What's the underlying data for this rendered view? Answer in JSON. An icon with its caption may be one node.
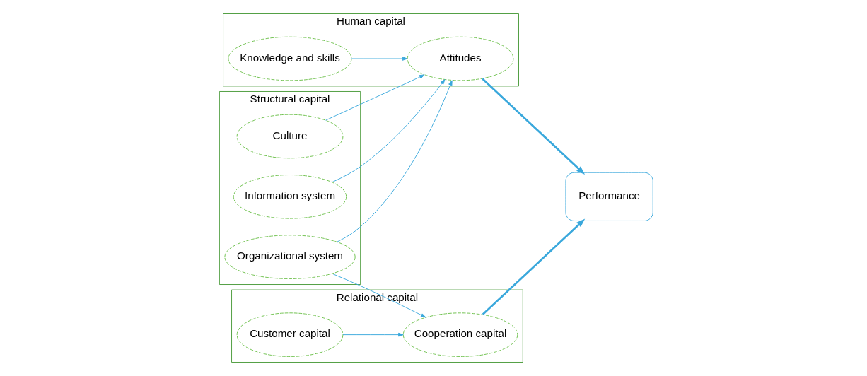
{
  "diagram": {
    "nodes": [
      {
        "text": [
          "Human capital"
        ]
      },
      {
        "text": [
          "Knowledge and skills"
        ],
        "in": 0
      },
      {
        "text": [
          "Attitudes"
        ],
        "in": 0
      },
      {
        "text": [
          "Structural capital"
        ]
      },
      {
        "text": [
          "Organizational system"
        ],
        "in": 3
      },
      {
        "text": [
          "Information system"
        ],
        "in": 3
      },
      {
        "text": [
          "Culture"
        ],
        "in": 3
      },
      {
        "text": [
          "Relational capital"
        ]
      },
      {
        "text": [
          "Customer capital"
        ],
        "in": 7
      },
      {
        "text": [
          "Cooperation capital"
        ],
        "in": 7
      },
      {
        "text": [
          "Performance"
        ]
      }
    ],
    "edges": [
      {
        "from": 1,
        "to": 2,
        "arrow": "to"
      },
      {
        "from": 4,
        "to": 2,
        "arrow": "to"
      },
      {
        "from": 5,
        "to": 2,
        "arrow": "to"
      },
      {
        "from": 6,
        "to": 2,
        "arrow": "to"
      },
      {
        "from": 4,
        "to": 9,
        "arrow": "to"
      },
      {
        "from": 8,
        "to": 9,
        "arrow": "to"
      },
      {
        "from": 2,
        "to": 10,
        "arrow": "to",
        "style": "thick"
      },
      {
        "from": 9,
        "to": 10,
        "arrow": "to",
        "style": "thick"
      }
    ]
  }
}
